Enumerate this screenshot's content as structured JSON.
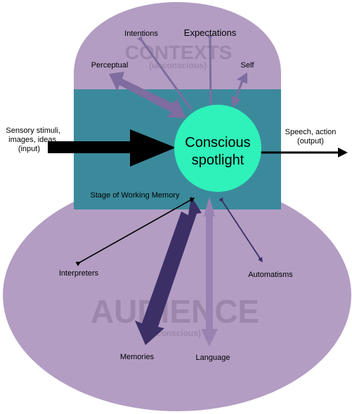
{
  "colors": {
    "lobe": "#b39dc3",
    "stage": "#3b8a9c",
    "spotlight": "#2ef2b9",
    "watermark": "#9c87ab",
    "arrow_purple": "#7e6d9e",
    "arrow_dark": "#3b2f66",
    "arrow_light": "#9a83b2",
    "black": "#000000"
  },
  "contexts": {
    "title": "CONTEXTS",
    "subtitle": "(unconscious)",
    "intentions": "Intentions",
    "expectations": "Expectations",
    "perceptual": "Perceptual",
    "self": "Self"
  },
  "spotlight": {
    "line1": "Conscious",
    "line2": "spotlight"
  },
  "input": {
    "line1": "Sensory stimuli,",
    "line2": "images, ideas",
    "line3": "(input)"
  },
  "output": {
    "line1": "Speech, action",
    "line2": "(output)"
  },
  "stage_label": "Stage of Working Memory",
  "audience": {
    "title": "AUDIENCE",
    "subtitle": "(unconscious)",
    "interpreters": "Interpreters",
    "automatisms": "Automatisms",
    "memories": "Memories",
    "language": "Language"
  }
}
